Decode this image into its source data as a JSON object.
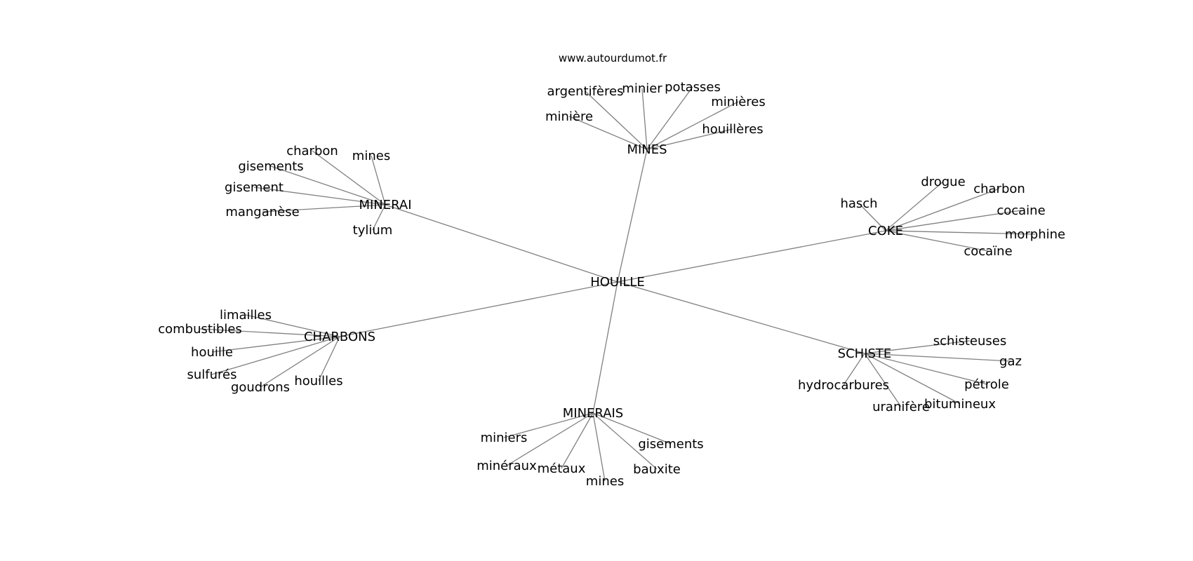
{
  "site": "www.autourdumot.fr",
  "center": "HOUILLE",
  "clusters": [
    {
      "hub": "MINES",
      "words": [
        "argentifères",
        "minier",
        "potasses",
        "minières",
        "minière",
        "houillères"
      ]
    },
    {
      "hub": "MINERAI",
      "words": [
        "charbon",
        "mines",
        "gisements",
        "gisement",
        "manganèse",
        "tylium"
      ]
    },
    {
      "hub": "COKE",
      "words": [
        "drogue",
        "charbon",
        "hasch",
        "cocaine",
        "morphine",
        "cocaïne"
      ]
    },
    {
      "hub": "CHARBONS",
      "words": [
        "limailles",
        "combustibles",
        "houille",
        "sulfurés",
        "goudrons",
        "houilles"
      ]
    },
    {
      "hub": "SCHISTE",
      "words": [
        "schisteuses",
        "gaz",
        "hydrocarbures",
        "pétrole",
        "uranifère",
        "bitumineux"
      ]
    },
    {
      "hub": "MINERAIS",
      "words": [
        "miniers",
        "gisements",
        "minéraux",
        "métaux",
        "bauxite",
        "mines"
      ]
    }
  ]
}
